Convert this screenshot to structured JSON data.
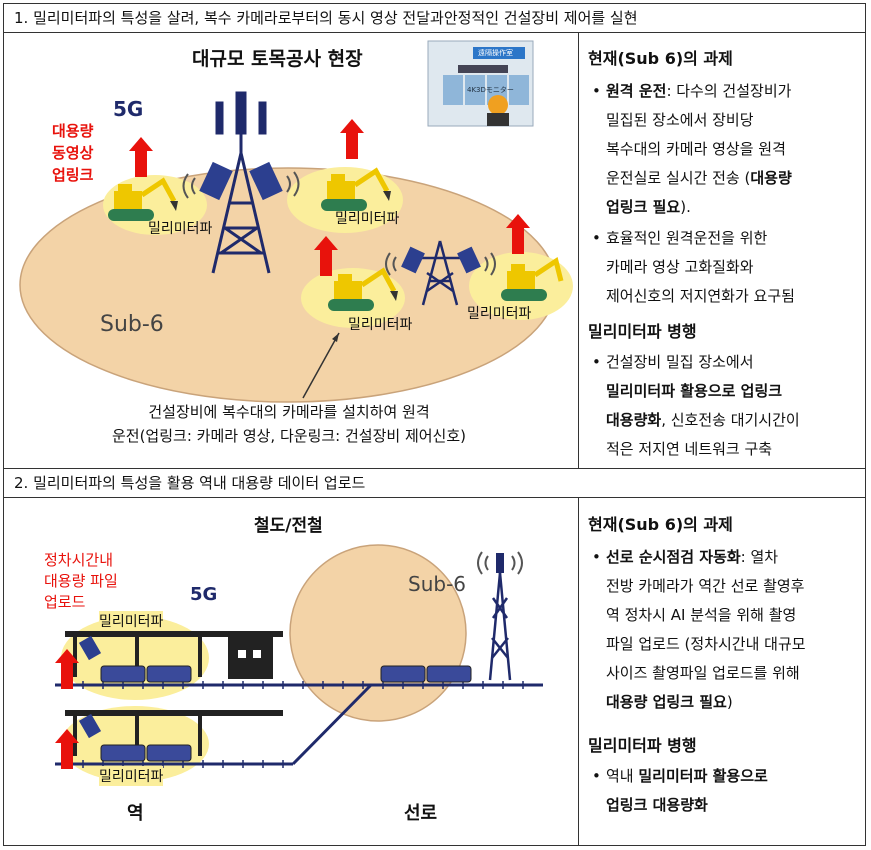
{
  "section1": {
    "header": "1. 밀리미터파의 특성을 살려, 복수 카메라로부터의 동시 영상 전달과안정적인 건설장비 제어를 실현",
    "diagram_title": "대규모 토목공사 현장",
    "label_5g": "5G",
    "label_uplink": [
      "대용량",
      "동영상",
      "업링크"
    ],
    "label_mmwave": "밀리미터파",
    "label_sub6": "Sub-6",
    "caption": [
      "건설장비에 복수대의 카메라를 설치하여 원격",
      "운전(업링크: 카메라 영상, 다운링크: 건설장비 제어신호)"
    ],
    "monitor_sign": "遠隔操作室",
    "monitor_label": "4K3Dモニター",
    "right": {
      "title1": "현재(Sub 6)의 과제",
      "bullet1": {
        "bold": "원격 운전",
        "lines": [
          ": 다수의 건설장비가",
          "밀집된 장소에서 장비당",
          "복수대의 카메라 영상을 원격",
          "운전실로 실시간 전송 ("
        ],
        "bold2": "대용량",
        "bold3": "업링크 필요",
        "tail": ")."
      },
      "bullet2": [
        "효율적인 원격운전을 위한",
        "카메라 영상 고화질화와",
        "제어신호의 저지연화가 요구됨"
      ],
      "title2": "밀리미터파 병행",
      "bullet3": {
        "l1": "건설장비 밀집 장소에서",
        "b1": "밀리미터파 활용으로 업링크",
        "b2": "대용량화",
        "l3": ", 신호전송 대기시간이",
        "l4": "적은 저지연 네트워크 구축"
      }
    }
  },
  "section2": {
    "header": "2. 밀리미터파의 특성을 활용 역내 대용량 데이터 업로드",
    "diagram_title": "철도/전철",
    "label_uplink": [
      "정차시간내",
      "대용량 파일",
      "업로드"
    ],
    "label_5g": "5G",
    "label_mmwave": "밀리미터파",
    "label_sub6": "Sub-6",
    "label_station": "역",
    "label_track": "선로",
    "right": {
      "title1": "현재(Sub 6)의 과제",
      "bullet1": {
        "bold": "선로 순시점검 자동화",
        "lines": [
          ": 열차",
          "전방 카메라가 역간 선로 촬영후",
          "역 정차시 AI 분석을 위해 촬영",
          "파일 업로드 (정차시간내 대규모",
          "사이즈 촬영파일 업로드를 위해"
        ],
        "bold2": "대용량 업링크 필요",
        "tail": ")"
      },
      "title2": "밀리미터파 병행",
      "bullet2": {
        "l1": "역내 ",
        "b1": "밀리미터파 활용으로",
        "b2": "업링크 대용량화"
      }
    }
  },
  "colors": {
    "arrow_red": "#e8120c",
    "ellipse_tan": "#f3d3a7",
    "yellow_zone": "#fbee9c",
    "text_red": "#e8120c",
    "navy": "#1f2a6b"
  }
}
